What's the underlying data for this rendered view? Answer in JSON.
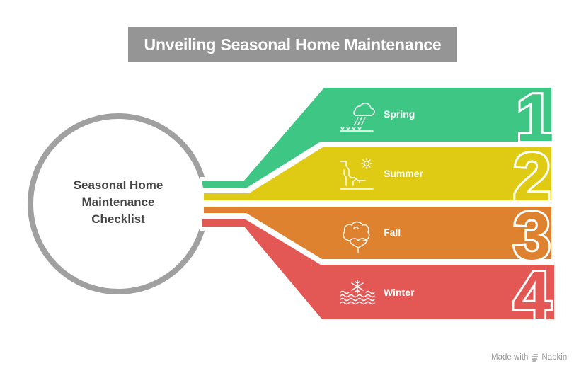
{
  "title": "Unveiling Seasonal Home Maintenance",
  "center": {
    "lines": [
      "Seasonal Home",
      "Maintenance",
      "Checklist"
    ]
  },
  "colors": {
    "title_bg": "#959595",
    "circle": "#a0a0a0",
    "center_text": "#444444",
    "spring": "#3ec685",
    "summer": "#dfcb14",
    "fall": "#de8230",
    "winter": "#e35855"
  },
  "items": [
    {
      "number": "1",
      "label": "Spring",
      "icon": "rain-cloud-grass-icon",
      "color": "#3ec685"
    },
    {
      "number": "2",
      "label": "Summer",
      "icon": "sun-cliff-icon",
      "color": "#dfcb14"
    },
    {
      "number": "3",
      "label": "Fall",
      "icon": "tree-icon",
      "color": "#de8230"
    },
    {
      "number": "4",
      "label": "Winter",
      "icon": "snowflake-waves-icon",
      "color": "#e35855"
    }
  ],
  "watermark": {
    "prefix": "Made with",
    "brand": "Napkin"
  }
}
